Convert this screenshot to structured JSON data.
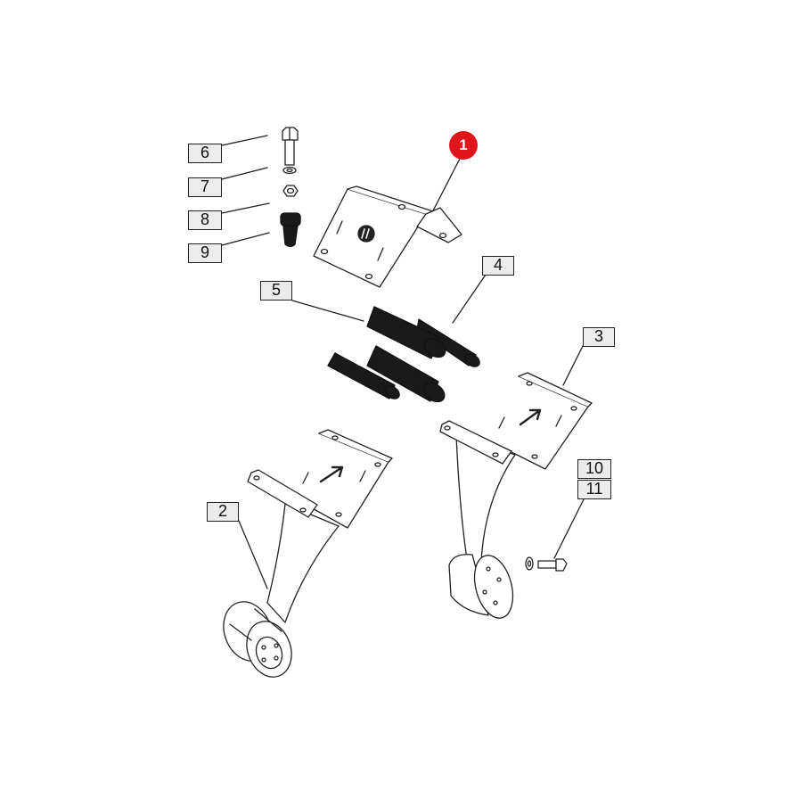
{
  "diagram": {
    "callouts": [
      {
        "id": "c6",
        "label": "6"
      },
      {
        "id": "c7",
        "label": "7"
      },
      {
        "id": "c8",
        "label": "8"
      },
      {
        "id": "c9",
        "label": "9"
      },
      {
        "id": "c5",
        "label": "5"
      },
      {
        "id": "c4",
        "label": "4"
      },
      {
        "id": "c3",
        "label": "3"
      },
      {
        "id": "c2",
        "label": "2"
      },
      {
        "id": "c10",
        "label": "10"
      },
      {
        "id": "c11",
        "label": "11"
      }
    ],
    "highlight_badge": {
      "label": "1",
      "color": "#e0141b"
    },
    "colors": {
      "line": "#222222",
      "fill": "#ffffff",
      "sleeve": "#1a1a1a",
      "box": "#ececec"
    }
  }
}
